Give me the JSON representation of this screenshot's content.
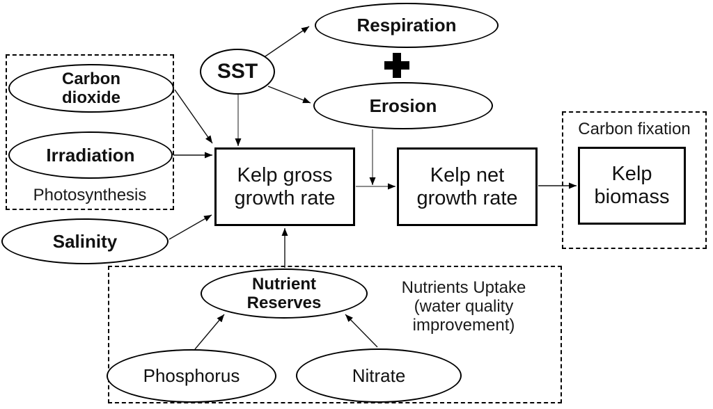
{
  "diagram": {
    "title_hint": "Kelp growth conceptual model",
    "colors": {
      "background": "#ffffff",
      "line": "#111111",
      "gray_line": "#8c8c8c",
      "border": "#000000"
    },
    "regions": {
      "photosynthesis": {
        "label": "Photosynthesis"
      },
      "carbon_fixation": {
        "label": "Carbon fixation"
      },
      "nutrients_uptake": {
        "label": "Nutrients Uptake\n(water quality improvement)"
      }
    },
    "nodes": {
      "carbon_dioxide": {
        "label": "Carbon\ndioxide",
        "shape": "ellipse"
      },
      "irradiation": {
        "label": "Irradiation",
        "shape": "ellipse"
      },
      "sst": {
        "label": "SST",
        "shape": "ellipse"
      },
      "respiration": {
        "label": "Respiration",
        "shape": "ellipse"
      },
      "erosion": {
        "label": "Erosion",
        "shape": "ellipse"
      },
      "salinity": {
        "label": "Salinity",
        "shape": "ellipse"
      },
      "nutrient_reserves": {
        "label": "Nutrient\nReserves",
        "shape": "ellipse"
      },
      "phosphorus": {
        "label": "Phosphorus",
        "shape": "ellipse"
      },
      "nitrate": {
        "label": "Nitrate",
        "shape": "ellipse"
      },
      "kelp_gross": {
        "label": "Kelp gross\ngrowth rate",
        "shape": "rect"
      },
      "kelp_net": {
        "label": "Kelp net\ngrowth rate",
        "shape": "rect"
      },
      "kelp_biomass": {
        "label": "Kelp\nbiomass",
        "shape": "rect"
      }
    },
    "icons": {
      "plus": {
        "name": "plus-icon",
        "glyph": "+"
      }
    },
    "edges": [
      {
        "from": "carbon_dioxide",
        "to": "kelp_gross"
      },
      {
        "from": "irradiation",
        "to": "kelp_gross"
      },
      {
        "from": "sst",
        "to": "respiration"
      },
      {
        "from": "sst",
        "to": "erosion"
      },
      {
        "from": "sst",
        "to": "kelp_gross"
      },
      {
        "from": "erosion",
        "to": "kelp_gross_to_kelp_net_link"
      },
      {
        "from": "kelp_gross",
        "to": "kelp_net"
      },
      {
        "from": "kelp_net",
        "to": "kelp_biomass"
      },
      {
        "from": "salinity",
        "to": "kelp_gross"
      },
      {
        "from": "nutrient_reserves",
        "to": "kelp_gross"
      },
      {
        "from": "phosphorus",
        "to": "nutrient_reserves"
      },
      {
        "from": "nitrate",
        "to": "nutrient_reserves"
      }
    ]
  }
}
